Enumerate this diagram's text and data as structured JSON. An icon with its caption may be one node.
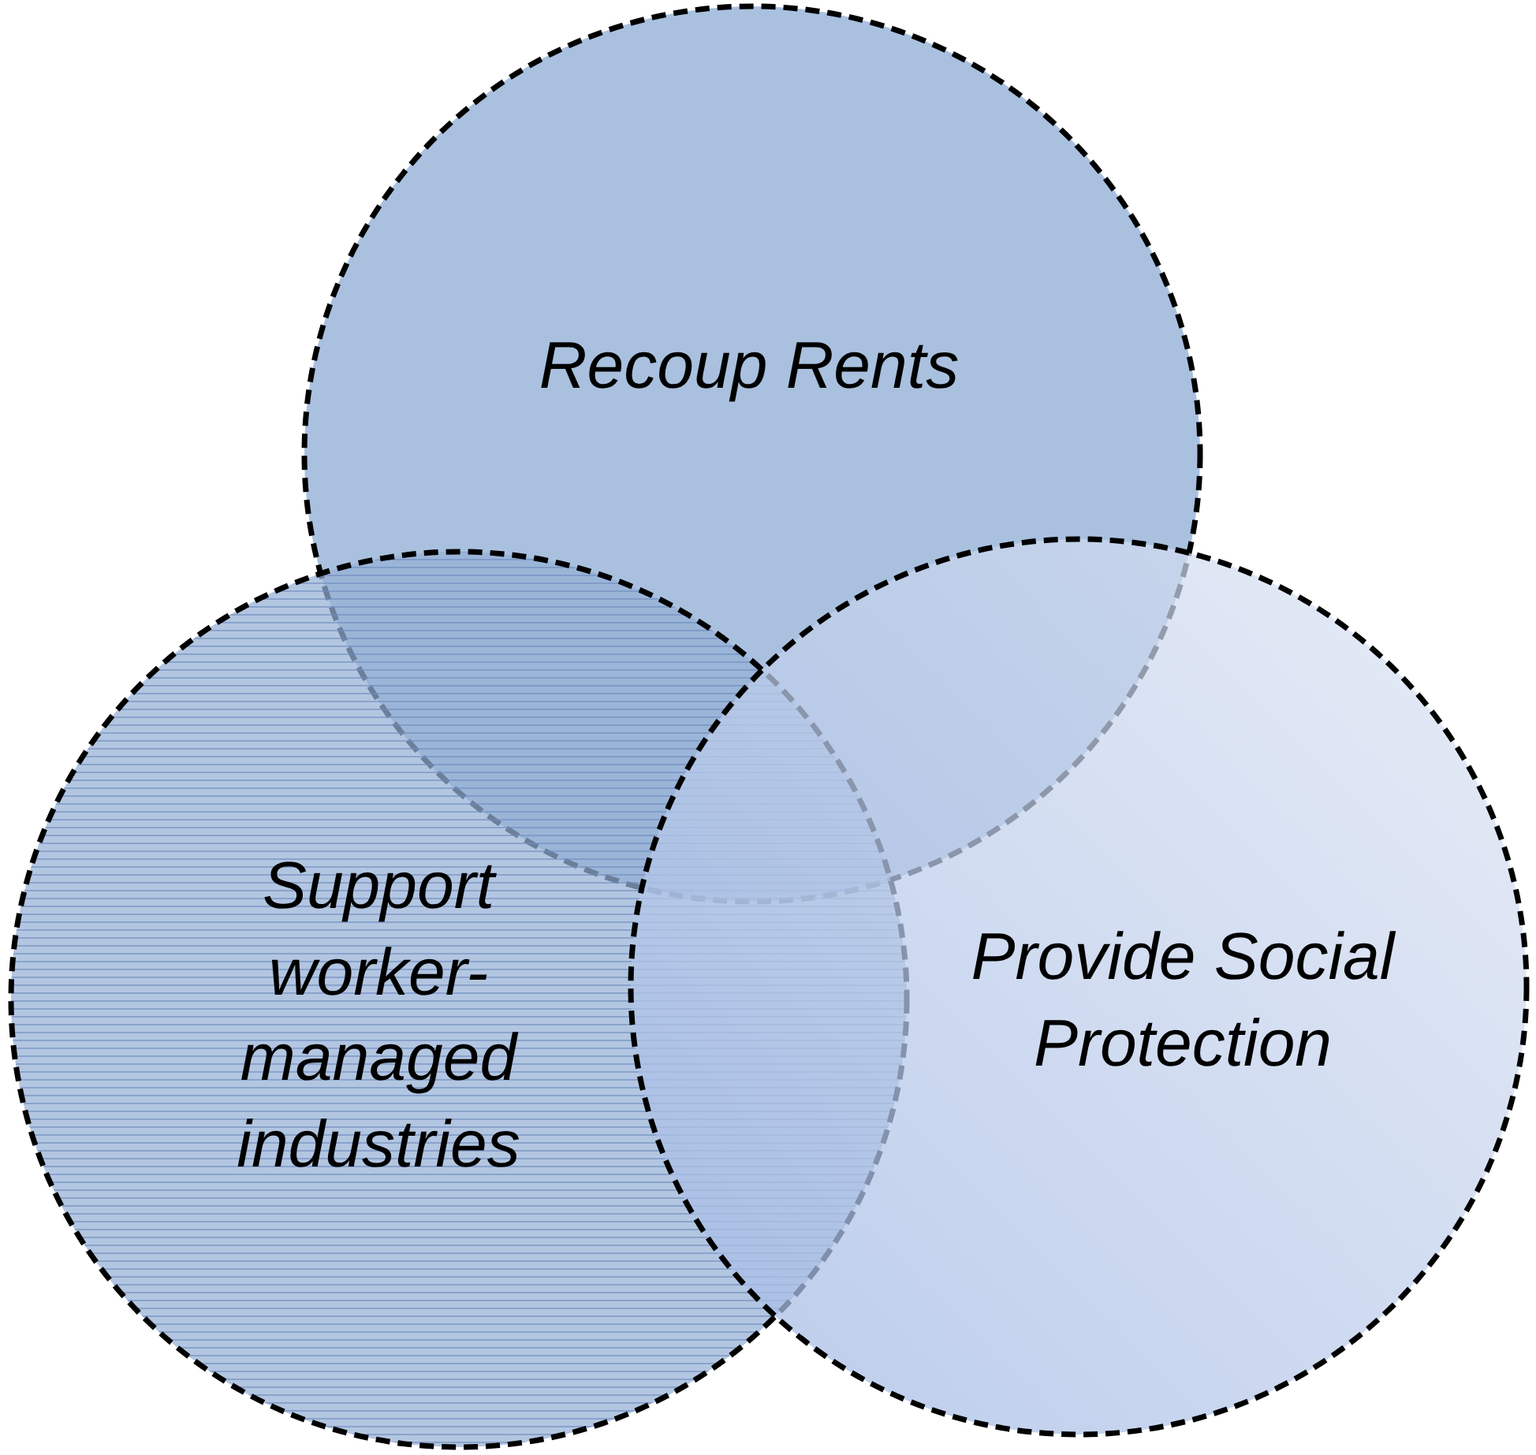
{
  "diagram": {
    "nodes": [
      {
        "text": [
          "Recoup Rents"
        ]
      },
      {
        "text": [
          "Support worker-managed industries"
        ]
      },
      {
        "text": [
          "Provide Social Protection"
        ]
      }
    ]
  }
}
